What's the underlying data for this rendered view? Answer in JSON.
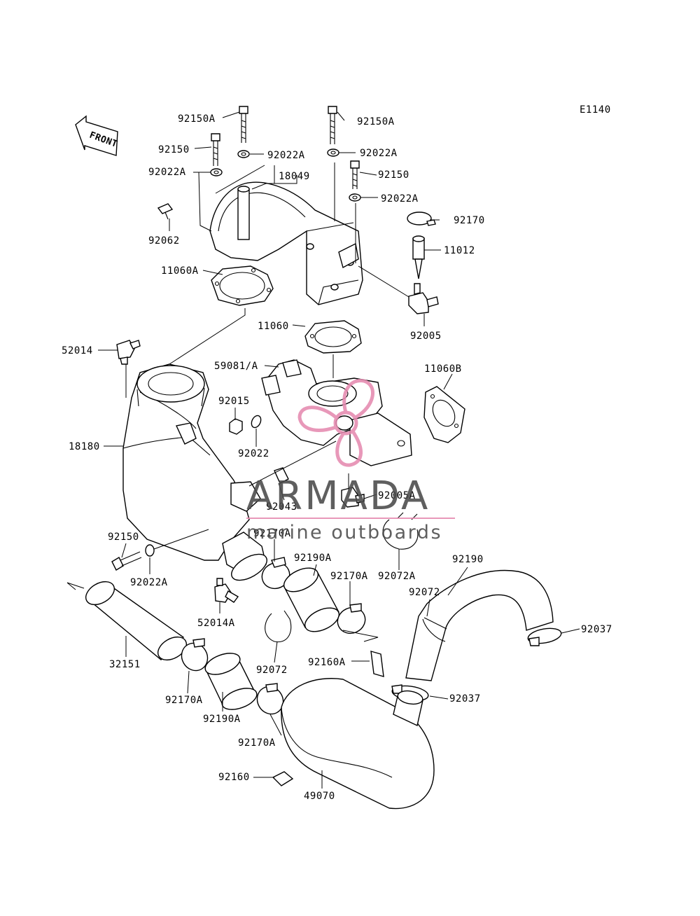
{
  "diagram": {
    "code": "E1140",
    "front_label": "FRONT",
    "watermark": {
      "brand": "ARMADA",
      "tagline": "marine outboards",
      "logo_color": "#e58ab0",
      "text_color": "#4a4a4a"
    },
    "parts": [
      {
        "id": "p-92150a-l",
        "label": "92150A"
      },
      {
        "id": "p-92150a-r",
        "label": "92150A"
      },
      {
        "id": "p-92150-l",
        "label": "92150"
      },
      {
        "id": "p-92022a-l",
        "label": "92022A"
      },
      {
        "id": "p-92022a-ctr",
        "label": "92022A"
      },
      {
        "id": "p-92022a-r1",
        "label": "92022A"
      },
      {
        "id": "p-92150-r",
        "label": "92150"
      },
      {
        "id": "p-92022a-r2",
        "label": "92022A"
      },
      {
        "id": "p-18049",
        "label": "18049"
      },
      {
        "id": "p-92062",
        "label": "92062"
      },
      {
        "id": "p-92170",
        "label": "92170"
      },
      {
        "id": "p-11012",
        "label": "11012"
      },
      {
        "id": "p-11060a",
        "label": "11060A"
      },
      {
        "id": "p-92005",
        "label": "92005"
      },
      {
        "id": "p-11060",
        "label": "11060"
      },
      {
        "id": "p-52014",
        "label": "52014"
      },
      {
        "id": "p-59081",
        "label": "59081/A"
      },
      {
        "id": "p-11060b",
        "label": "11060B"
      },
      {
        "id": "p-92015",
        "label": "92015"
      },
      {
        "id": "p-92022",
        "label": "92022"
      },
      {
        "id": "p-18180",
        "label": "18180"
      },
      {
        "id": "p-92043",
        "label": "92043"
      },
      {
        "id": "p-92005a",
        "label": "92005A"
      },
      {
        "id": "p-92170a-1",
        "label": "92170A"
      },
      {
        "id": "p-92150-low",
        "label": "92150"
      },
      {
        "id": "p-92190a-1",
        "label": "92190A"
      },
      {
        "id": "p-92072a",
        "label": "92072A"
      },
      {
        "id": "p-92190",
        "label": "92190"
      },
      {
        "id": "p-92022a-low",
        "label": "92022A"
      },
      {
        "id": "p-92170a-2",
        "label": "92170A"
      },
      {
        "id": "p-92072-r",
        "label": "92072"
      },
      {
        "id": "p-52014a",
        "label": "52014A"
      },
      {
        "id": "p-92037-r",
        "label": "92037"
      },
      {
        "id": "p-32151",
        "label": "32151"
      },
      {
        "id": "p-92072-l",
        "label": "92072"
      },
      {
        "id": "p-92160a",
        "label": "92160A"
      },
      {
        "id": "p-92037-b",
        "label": "92037"
      },
      {
        "id": "p-92170a-3",
        "label": "92170A"
      },
      {
        "id": "p-92190a-2",
        "label": "92190A"
      },
      {
        "id": "p-92170a-4",
        "label": "92170A"
      },
      {
        "id": "p-92160",
        "label": "92160"
      },
      {
        "id": "p-49070",
        "label": "49070"
      }
    ]
  }
}
